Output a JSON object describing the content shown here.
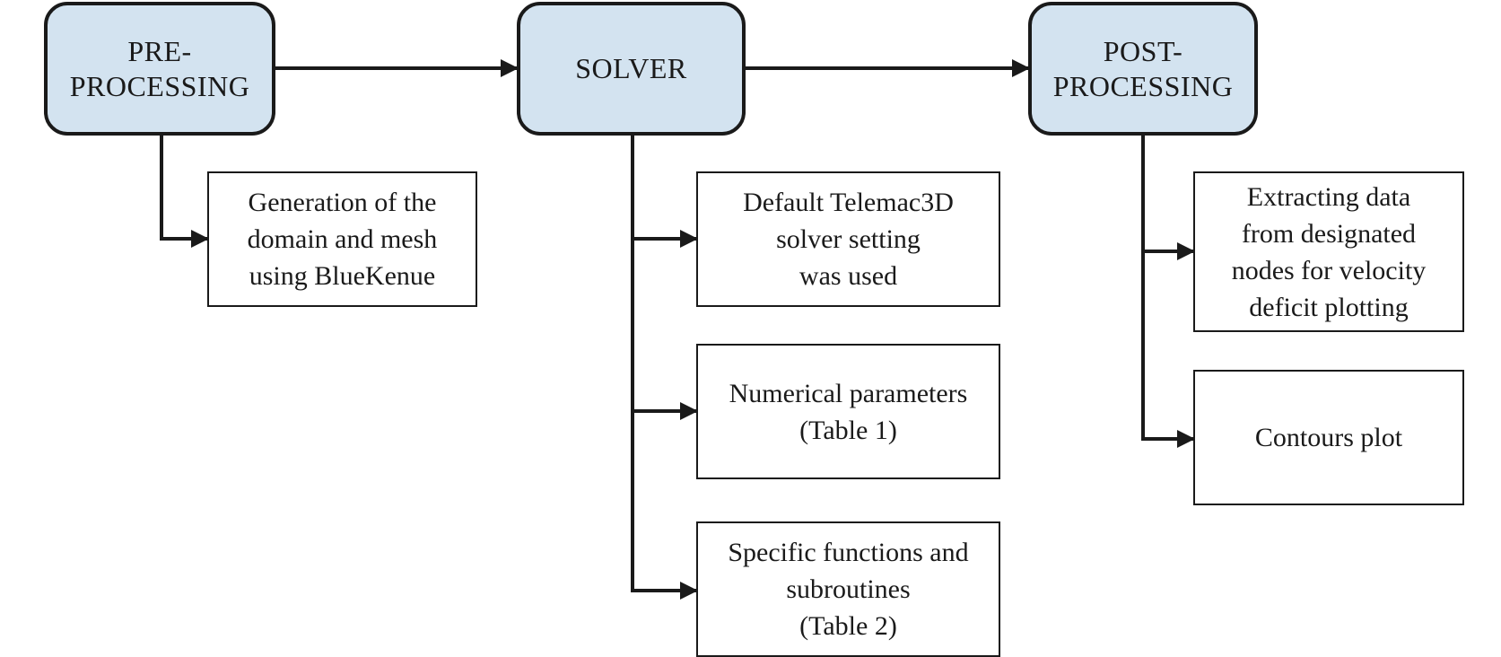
{
  "stages": {
    "pre": "PRE-\nPROCESSING",
    "solver": "SOLVER",
    "post": "POST-\nPROCESSING"
  },
  "pre_steps": [
    "Generation of the\ndomain and mesh\nusing BlueKenue"
  ],
  "solver_steps": [
    "Default Telemac3D\nsolver setting\nwas used",
    "Numerical parameters\n(Table 1)",
    "Specific functions and\nsubroutines\n(Table 2)"
  ],
  "post_steps": [
    "Extracting data\nfrom designated\nnodes for velocity\ndeficit plotting",
    "Contours plot"
  ],
  "colors": {
    "stage_fill": "#d3e3f0",
    "line": "#1a1a1a"
  }
}
